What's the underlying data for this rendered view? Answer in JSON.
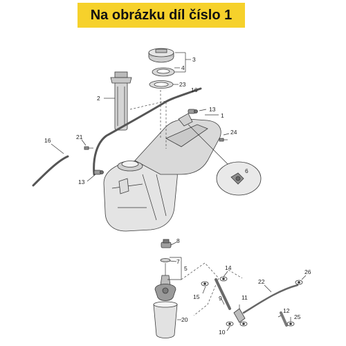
{
  "header": {
    "title": "Na obrázku díl číslo 1"
  },
  "callouts": {
    "c1": "1",
    "c2": "2",
    "c3": "3",
    "c4": "4",
    "c5": "5",
    "c6": "6",
    "c7": "7",
    "c8": "8",
    "c9": "9",
    "c10": "10",
    "c11": "11",
    "c12": "12",
    "c13a": "13",
    "c13b": "13",
    "c14": "14",
    "c15": "15",
    "c16a": "16",
    "c16b": "16",
    "c20": "20",
    "c21": "21",
    "c22": "22",
    "c23": "23",
    "c24": "24",
    "c25": "25",
    "c26": "26"
  }
}
